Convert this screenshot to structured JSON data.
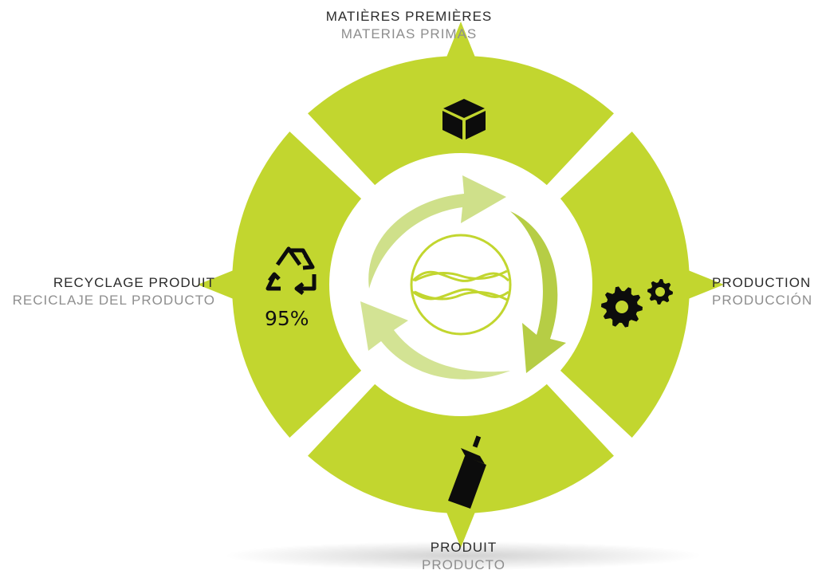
{
  "stages": {
    "top": {
      "fr": "MATIÈRES PREMIÈRES",
      "es": "MATERIAS PRIMAS",
      "icon": "box-icon"
    },
    "right": {
      "fr": "PRODUCTION",
      "es": "PRODUCCIÓN",
      "icon": "gears-icon"
    },
    "bottom": {
      "fr": "PRODUIT",
      "es": "PRODUCTO",
      "icon": "spray-can-icon"
    },
    "left": {
      "fr": "RECYCLAGE PRODUIT",
      "es": "RECICLAJE DEL PRODUCTO",
      "icon": "recycle-icon",
      "value": "95%"
    }
  },
  "center_icon": "cycle-logo-icon",
  "colors": {
    "ring": "#c2d62f",
    "arrow_light": "#cfe08a",
    "arrow_mid": "#b6cd45",
    "icon": "#0c0c0c",
    "text_primary": "#2b2b2b",
    "text_secondary": "#8e8e8e"
  }
}
